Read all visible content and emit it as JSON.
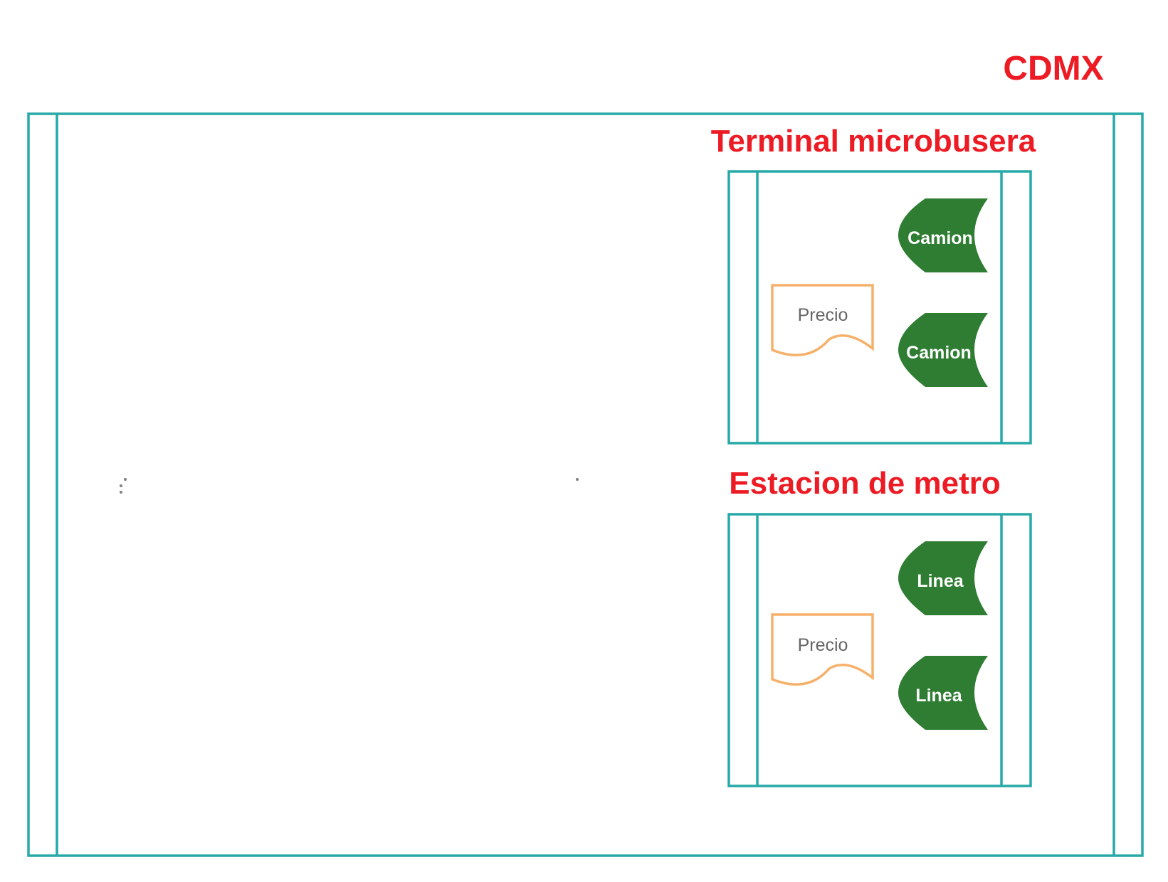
{
  "diagram": {
    "title": "CDMX",
    "colors": {
      "title": "#ed1b24",
      "container_border": "#26a9a7",
      "document_border": "#f5b16a",
      "display_fill": "#2e7d32",
      "display_text": "#ffffff",
      "document_text": "#666666"
    },
    "sections": [
      {
        "title": "Terminal microbusera",
        "document_label": "Precio",
        "display_labels": [
          "Camion",
          "Camion"
        ]
      },
      {
        "title": "Estacion de metro",
        "document_label": "Precio",
        "display_labels": [
          "Linea",
          "Linea"
        ]
      }
    ]
  }
}
